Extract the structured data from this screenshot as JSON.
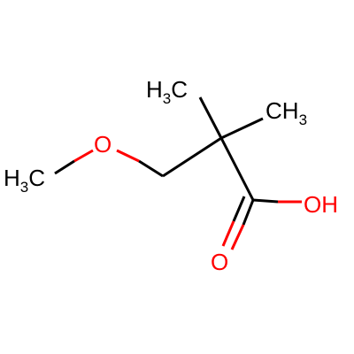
{
  "molecule": {
    "atoms": {
      "methyl_top_left": {
        "main": "H",
        "sub": "3",
        "tail": "C"
      },
      "methyl_top_right": {
        "main": "CH",
        "sub": "3"
      },
      "methyl_left": {
        "main": "H",
        "sub": "3",
        "tail": "C"
      },
      "ether_oxygen": {
        "label": "O"
      },
      "hydroxyl": {
        "label": "OH"
      },
      "carbonyl_oxygen": {
        "label": "O"
      }
    },
    "colors": {
      "bond": "#000000",
      "oxygen": "#ff0000",
      "carbon": "#000000"
    }
  }
}
